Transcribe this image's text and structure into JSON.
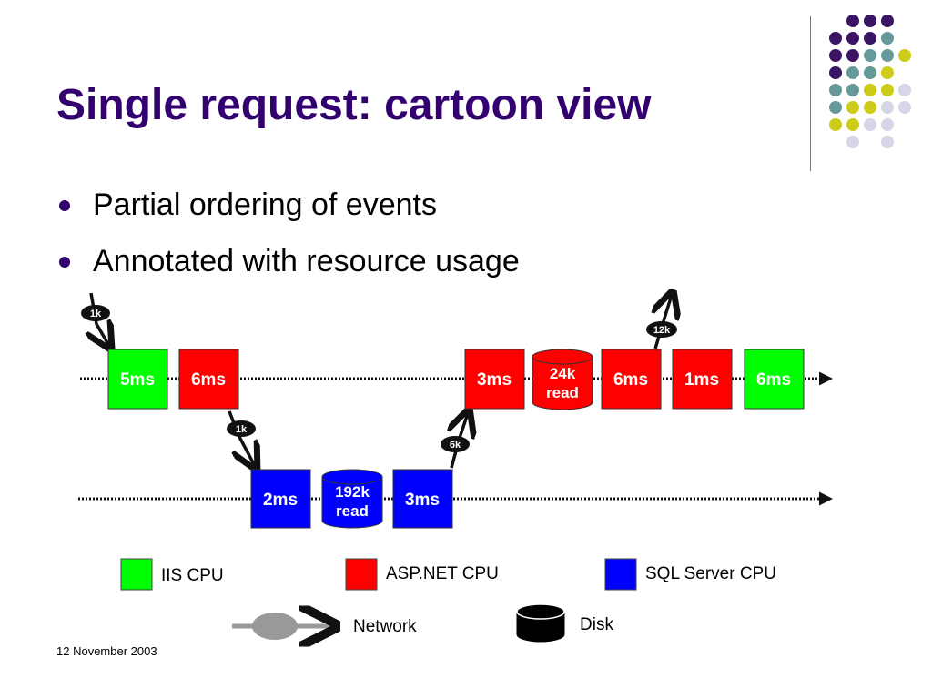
{
  "slide": {
    "title": "Single request: cartoon view",
    "bullets": [
      "Partial ordering of events",
      "Annotated with resource usage"
    ],
    "date": "12 November 2003"
  },
  "colors": {
    "title": "#33006f",
    "iis": "#00ff00",
    "aspnet": "#ff0000",
    "sql": "#0000ff",
    "dot_purple": "#3b1466",
    "dot_teal": "#669999",
    "dot_yellow": "#cccc19",
    "dot_lavender": "#d6d6e8"
  },
  "diagram": {
    "top_row": {
      "boxes": [
        {
          "label": "5ms",
          "kind": "iis"
        },
        {
          "label": "6ms",
          "kind": "aspnet"
        },
        {
          "label": "3ms",
          "kind": "aspnet"
        },
        {
          "label": "24k read",
          "kind": "disk-aspnet"
        },
        {
          "label": "6ms",
          "kind": "aspnet"
        },
        {
          "label": "1ms",
          "kind": "aspnet"
        },
        {
          "label": "6ms",
          "kind": "iis"
        }
      ]
    },
    "bottom_row": {
      "boxes": [
        {
          "label": "2ms",
          "kind": "sql"
        },
        {
          "label": "192k read",
          "kind": "disk-sql"
        },
        {
          "label": "3ms",
          "kind": "sql"
        }
      ]
    },
    "network_tags": [
      "1k",
      "1k",
      "6k",
      "12k"
    ]
  },
  "legend": {
    "iis": "IIS CPU",
    "aspnet": "ASP.NET CPU",
    "sql": "SQL Server CPU",
    "network": "Network",
    "disk": "Disk"
  }
}
